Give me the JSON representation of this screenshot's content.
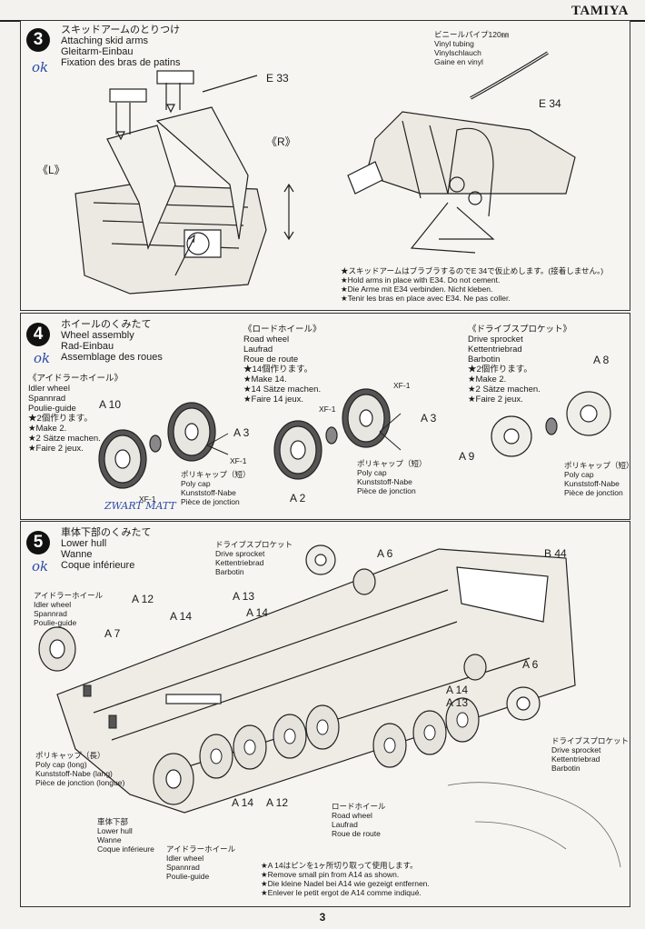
{
  "brand": "TAMIYA",
  "page_number": "3",
  "step3": {
    "number": "3",
    "title": [
      "スキッドアームのとりつけ",
      "Attaching skid arms",
      "Gleitarm-Einbau",
      "Fixation des bras de patins"
    ],
    "handwritten": "ok",
    "labels": {
      "e33": "E 33",
      "r": "《R》",
      "l": "《L》",
      "e34": "E 34"
    },
    "vinyl": [
      "ビニールパイプ120㎜",
      "Vinyl tubing",
      "Vinylschlauch",
      "Gaine en vinyl"
    ],
    "notes": [
      "★スキッドアームはブラブラするのでE 34で仮止めします。(接着しません。)",
      "★Hold arms in place with E34. Do not cement.",
      "★Die Arme mit E34 verbinden. Nicht kleben.",
      "★Tenir les bras en place avec E34. Ne pas coller."
    ]
  },
  "step4": {
    "number": "4",
    "title": [
      "ホイールのくみたて",
      "Wheel assembly",
      "Rad-Einbau",
      "Assemblage des roues"
    ],
    "handwritten": "ok",
    "idler": {
      "title": "《アイドラーホイール》",
      "lines": [
        "Idler wheel",
        "Spannrad",
        "Poulie-guide"
      ],
      "make": [
        "★2個作ります。",
        "★Make 2.",
        "★2 Sätze machen.",
        "★Faire 2 jeux."
      ]
    },
    "road": {
      "title": "《ロードホイール》",
      "lines": [
        "Road wheel",
        "Laufrad",
        "Roue de route"
      ],
      "make": [
        "★14個作ります。",
        "★Make 14.",
        "★14 Sätze machen.",
        "★Faire 14 jeux."
      ]
    },
    "sprocket": {
      "title": "《ドライブスプロケット》",
      "lines": [
        "Drive sprocket",
        "Kettentriebrad",
        "Barbotin"
      ],
      "make": [
        "★2個作ります。",
        "★Make 2.",
        "★2 Sätze machen.",
        "★Faire 2 jeux."
      ]
    },
    "polycap": [
      "ポリキャップ（短）",
      "Poly cap",
      "Kunststoff-Nabe",
      "Pièce de jonction"
    ],
    "parts": {
      "a10": "A 10",
      "a3": "A 3",
      "a2": "A 2",
      "a8": "A 8",
      "a9": "A 9",
      "xf1": "XF-1"
    },
    "handnote": "ZWART MATT"
  },
  "step5": {
    "number": "5",
    "title": [
      "車体下部のくみたて",
      "Lower hull",
      "Wanne",
      "Coque inférieure"
    ],
    "handwritten": "ok",
    "parts": {
      "a12": "A 12",
      "a13": "A 13",
      "a14": "A 14",
      "a7": "A 7",
      "a6": "A 6",
      "b44": "B 44"
    },
    "idler": [
      "アイドラーホイール",
      "Idler wheel",
      "Spannrad",
      "Poulie-guide"
    ],
    "sprocket": [
      "ドライブスプロケット",
      "Drive sprocket",
      "Kettentriebrad",
      "Barbotin"
    ],
    "polycap_long": [
      "ポリキャップ（長）",
      "Poly cap (long)",
      "Kunststoff-Nabe (lang)",
      "Pièce de jonction (longue)"
    ],
    "hull": [
      "車体下部",
      "Lower hull",
      "Wanne",
      "Coque inférieure"
    ],
    "road": [
      "ロードホイール",
      "Road wheel",
      "Laufrad",
      "Roue de route"
    ],
    "notes": [
      "★A 14はピンを1ヶ所切り取って使用します。",
      "★Remove small pin from A14 as shown.",
      "★Die kleine Nadel bei A14 wie gezeigt entfernen.",
      "★Enlever le petit ergot de A14 comme indiqué."
    ]
  }
}
